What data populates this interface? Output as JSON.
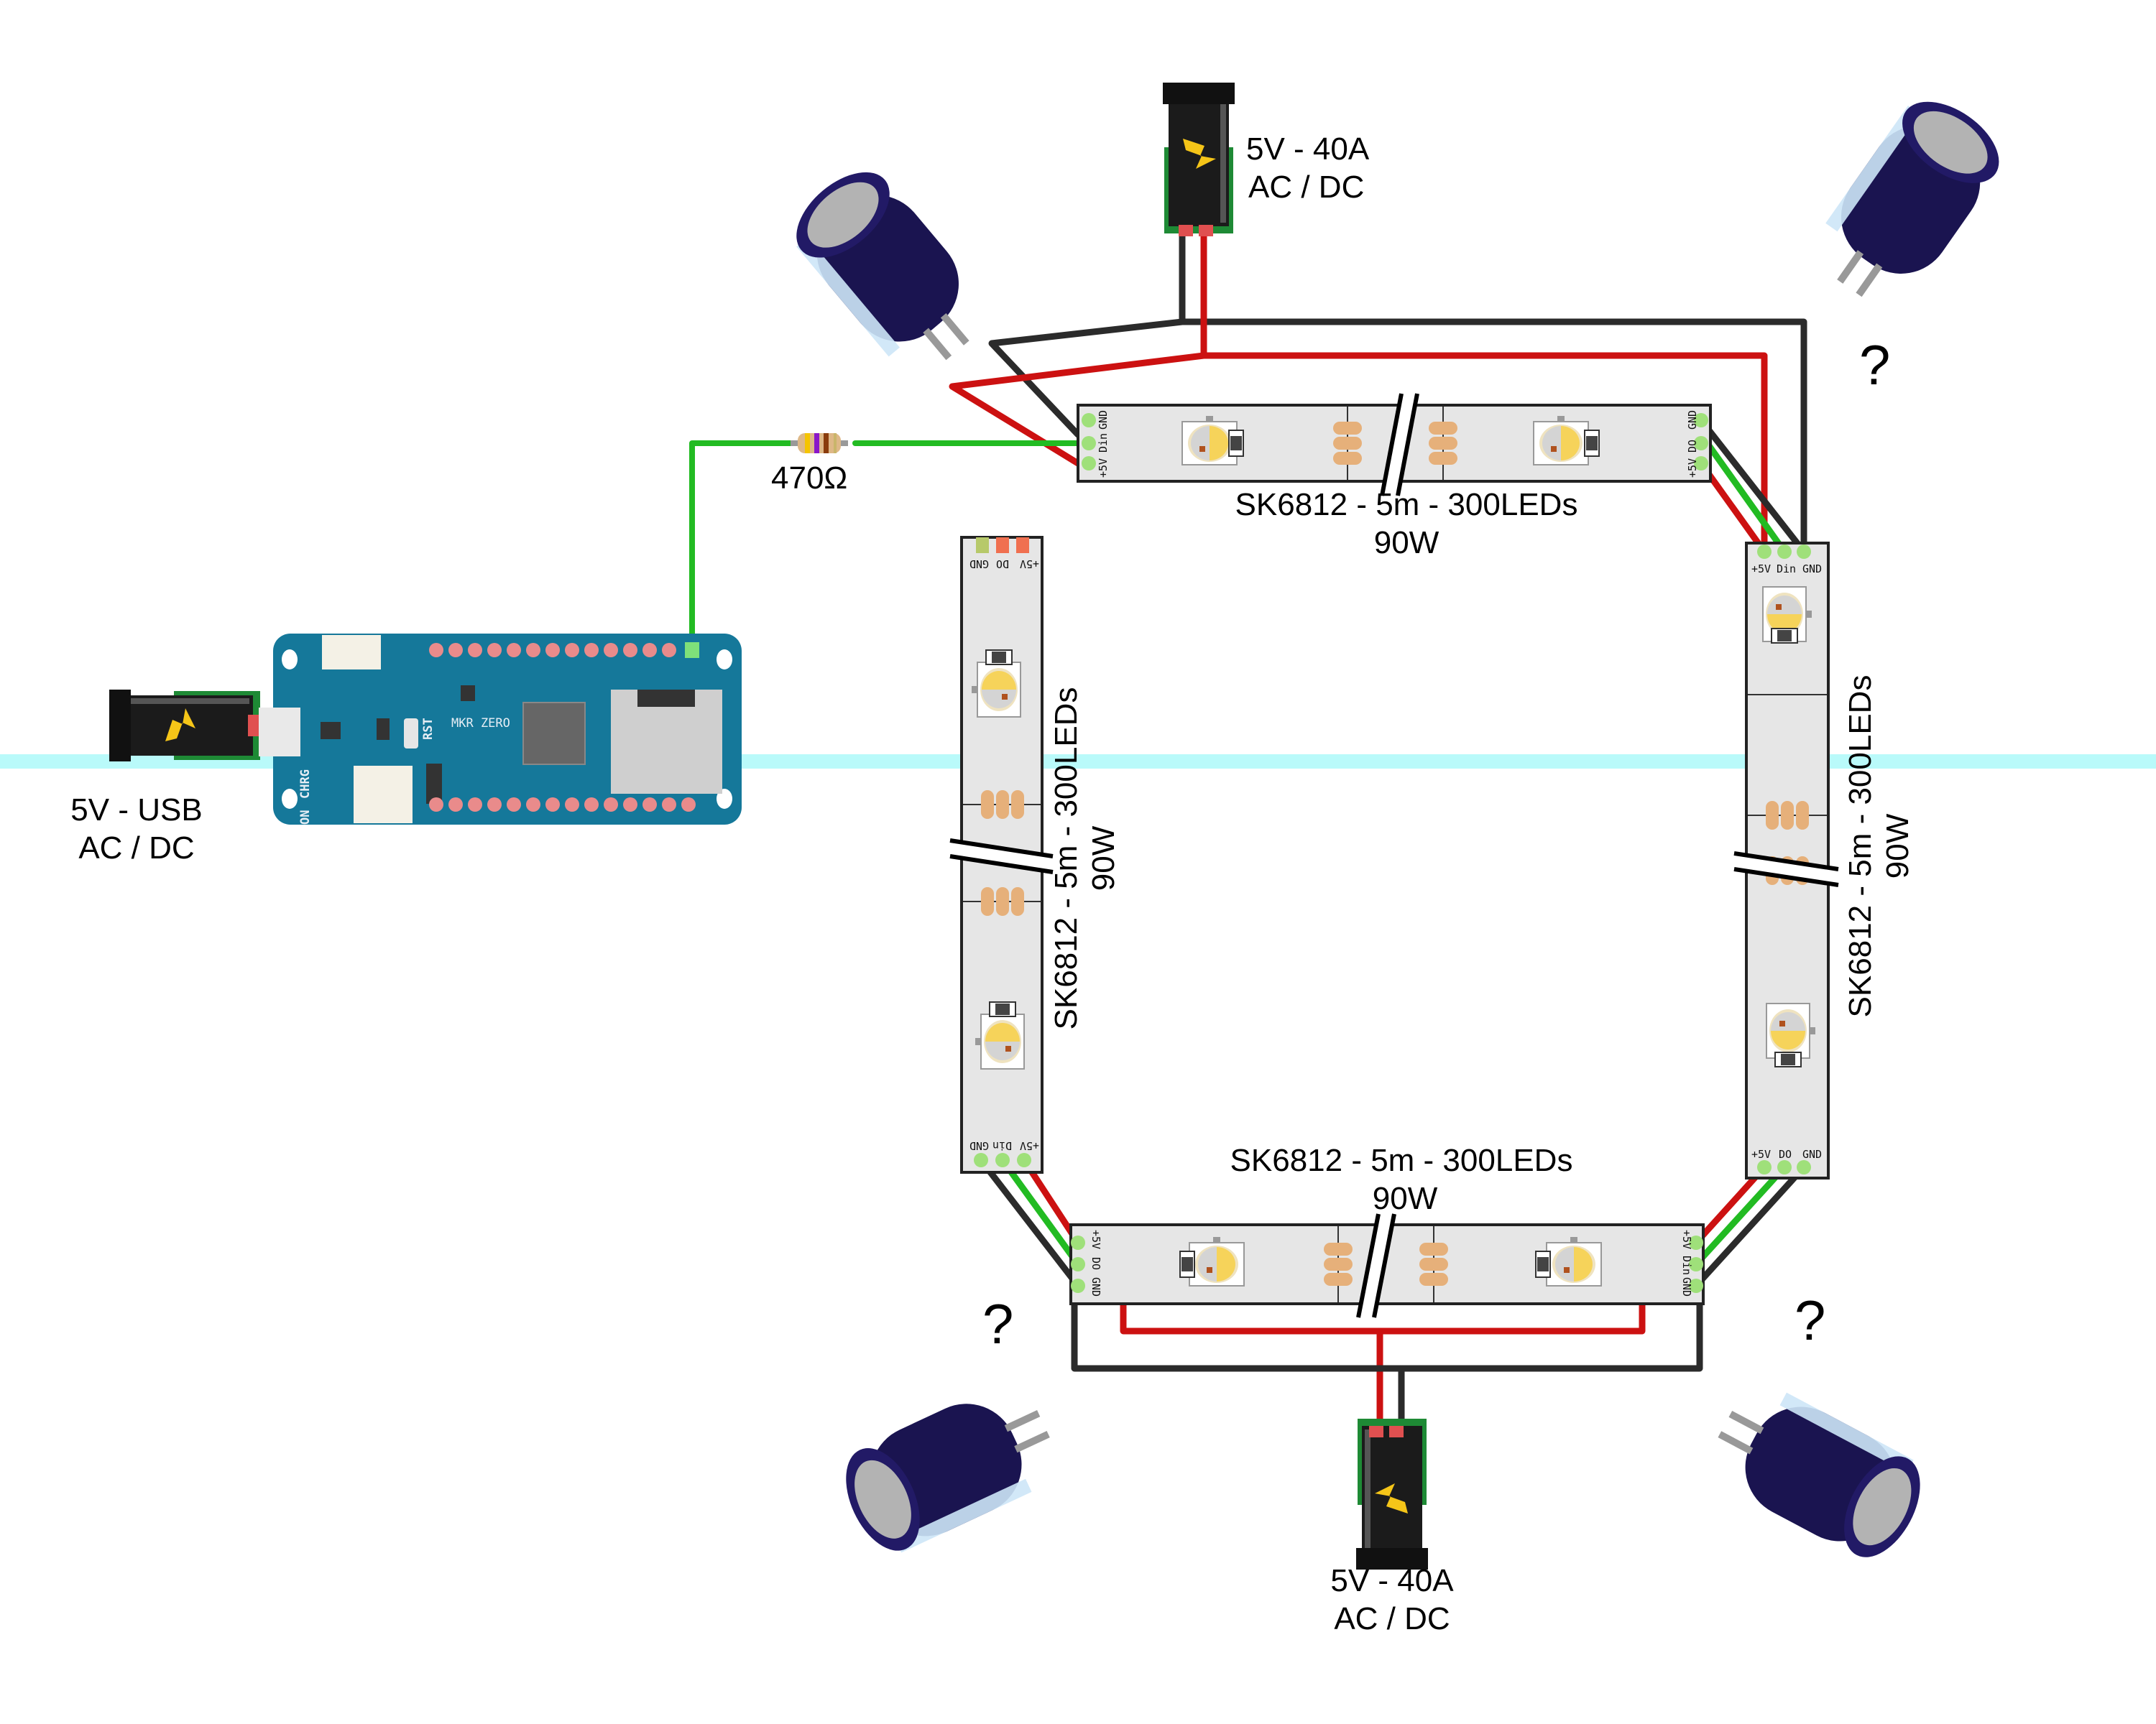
{
  "diagram": {
    "title": "SK6812 LED strip wiring with Arduino MKR ZERO",
    "colors": {
      "wire_power": "#cc1111",
      "wire_ground": "#2b2b2b",
      "wire_data": "#22bb22",
      "strip_body": "#e6e6e6",
      "board": "#15789a",
      "capacitor": "#1a1450",
      "highlight_line": "#7ff5f5"
    },
    "microcontroller": {
      "name": "MKR ZERO",
      "labels": {
        "reset": "RST",
        "charge": "CHRG",
        "on": "ON"
      }
    },
    "resistor": {
      "label": "470Ω",
      "bands": [
        "yellow",
        "violet",
        "brown",
        "gold"
      ]
    },
    "power_supplies": [
      {
        "id": "usb",
        "line1": "5V - USB",
        "line2": "AC / DC"
      },
      {
        "id": "top",
        "line1": "5V - 40A",
        "line2": "AC / DC"
      },
      {
        "id": "bottom",
        "line1": "5V - 40A",
        "line2": "AC / DC"
      }
    ],
    "strips": [
      {
        "id": "top",
        "label": "SK6812 - 5m - 300LEDs",
        "power": "90W"
      },
      {
        "id": "right",
        "label": "SK6812 - 5m - 300LEDs",
        "power": "90W"
      },
      {
        "id": "left",
        "label": "SK6812 - 5m - 300LEDs",
        "power": "90W"
      },
      {
        "id": "bottom",
        "label": "SK6812 - 5m - 300LEDs",
        "power": "90W"
      }
    ],
    "pin_labels": {
      "vcc": "+5V",
      "din": "Din",
      "dout": "DO",
      "gnd": "GND"
    },
    "capacitors": [
      {
        "id": "top-left",
        "note": ""
      },
      {
        "id": "top-right",
        "note": "?"
      },
      {
        "id": "bottom-left",
        "note": "?"
      },
      {
        "id": "bottom-right",
        "note": "?"
      }
    ]
  }
}
